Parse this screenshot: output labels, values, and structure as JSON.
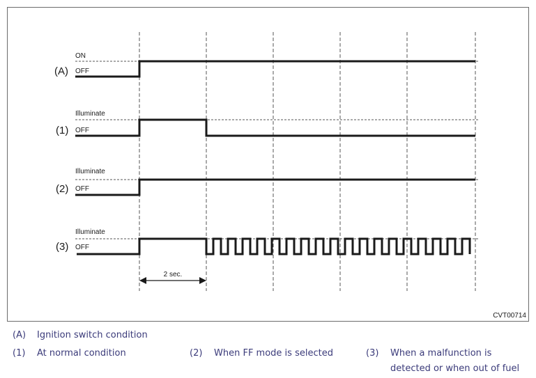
{
  "diagram": {
    "code": "CVT00714",
    "duration_label": "2 sec.",
    "rows": [
      {
        "label": "(A)",
        "high": "ON",
        "low": "OFF"
      },
      {
        "label": "(1)",
        "high": "Illuminate",
        "low": "OFF"
      },
      {
        "label": "(2)",
        "high": "Illuminate",
        "low": "OFF"
      },
      {
        "label": "(3)",
        "high": "Illuminate",
        "low": "OFF"
      }
    ]
  },
  "legend": {
    "A": {
      "key": "(A)",
      "text": "Ignition switch condition"
    },
    "one": {
      "key": "(1)",
      "text": "At normal condition"
    },
    "two": {
      "key": "(2)",
      "text": "When FF mode is selected"
    },
    "three": {
      "key": "(3)",
      "text": "When a malfunction is",
      "text2": "detected or when out of fuel"
    }
  }
}
